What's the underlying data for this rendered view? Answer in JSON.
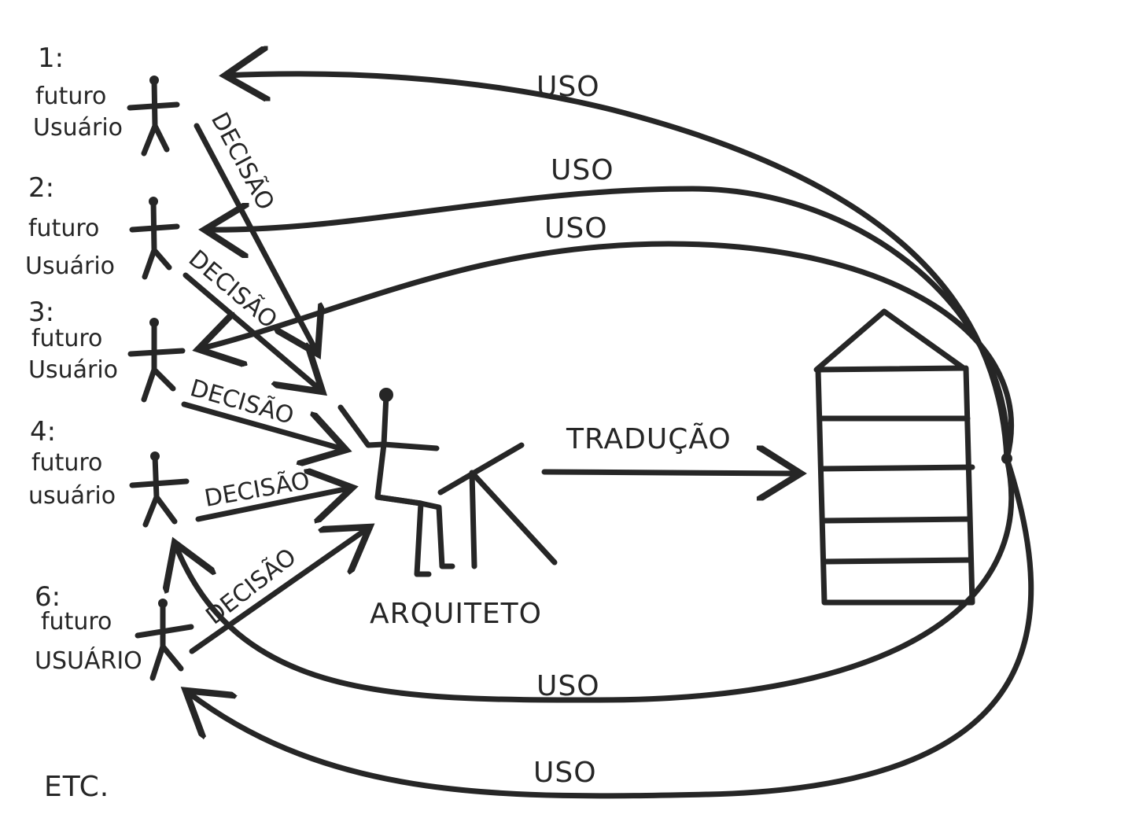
{
  "diagram": {
    "ink_color": "#262626",
    "users": [
      {
        "number": "1:",
        "line1": "futuro",
        "line2": "Usuário"
      },
      {
        "number": "2:",
        "line1": "futuro",
        "line2": "Usuário"
      },
      {
        "number": "3:",
        "line1": "futuro",
        "line2": "Usuário"
      },
      {
        "number": "4:",
        "line1": "futuro",
        "line2": "usuário"
      },
      {
        "number": "6:",
        "line1": "futuro",
        "line2": "USUÁRIO"
      }
    ],
    "decision_labels": [
      "DECISÃO",
      "DECISÃO",
      "DECISÃO",
      "DECISÃO",
      "DECISÃO"
    ],
    "usage_labels": [
      "USO",
      "USO",
      "USO",
      "USO",
      "USO"
    ],
    "architect_label": "ARQUITETO",
    "translation_label": "TRADUÇÃO",
    "etc_label": "ETC."
  }
}
